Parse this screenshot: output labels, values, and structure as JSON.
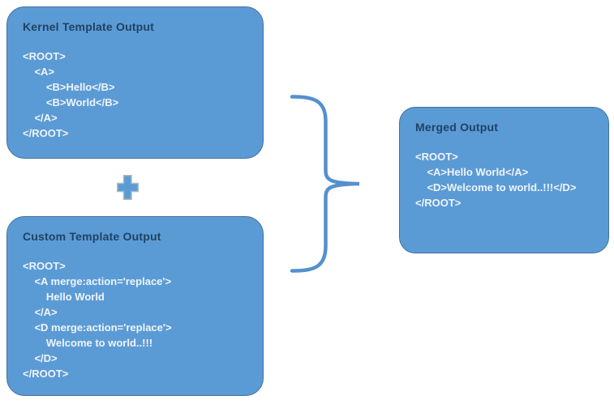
{
  "diagram": {
    "kernel_box": {
      "title": "Kernel Template Output",
      "code": [
        "<ROOT>",
        "    <A>",
        "        <B>Hello</B>",
        "        <B>World</B>",
        "    </A>",
        "</ROOT>"
      ]
    },
    "custom_box": {
      "title": "Custom Template Output",
      "code": [
        "<ROOT>",
        "    <A merge:action='replace'>",
        "        Hello World",
        "    </A>",
        "    <D merge:action='replace'>",
        "        Welcome to world..!!!",
        "    </D>",
        "</ROOT>"
      ]
    },
    "merged_box": {
      "title": "Merged Output",
      "code": [
        "<ROOT>",
        "    <A>Hello World</A>",
        "    <D>Welcome to world..!!!</D>",
        "</ROOT>"
      ]
    },
    "operators": {
      "plus_icon": "plus",
      "brace_icon": "right-curly-brace"
    },
    "colors": {
      "box_fill": "#5B9BD5",
      "box_border": "#41719C",
      "title_text": "#1F4263",
      "code_text": "#EFF4FA",
      "brace_stroke": "#5590CE",
      "plus_fill": "#5B9BD5",
      "plus_border": "#ADB9C2"
    }
  }
}
